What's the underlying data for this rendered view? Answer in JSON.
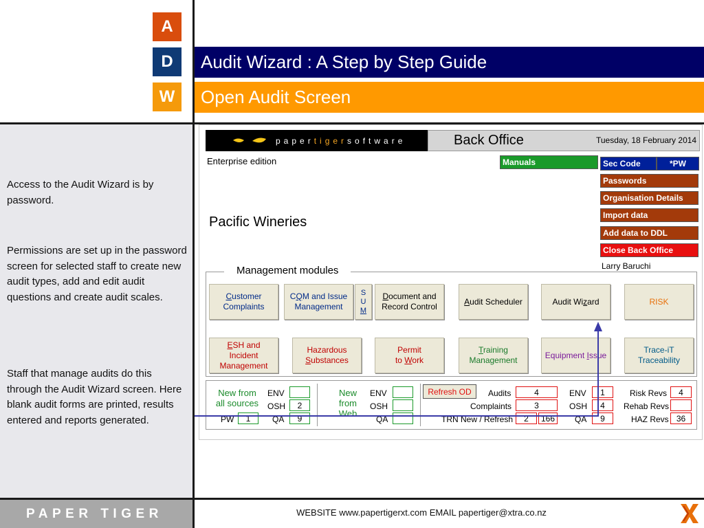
{
  "header": {
    "letters": [
      "A",
      "D",
      "W"
    ],
    "title": "Audit Wizard : A Step by Step Guide",
    "subtitle": "Open Audit Screen"
  },
  "left_panel": {
    "para1": "Access to the Audit Wizard is by password.",
    "para2": "Permissions are set up in the password screen for selected staff to create new audit types, add and edit audit questions and create audit scales.",
    "para3": "Staff that manage audits do this through the Audit Wizard screen. Here blank audit forms are printed, results entered and reports generated."
  },
  "footer": {
    "brand": "PAPER TIGER",
    "contact": "WEBSITE  www.papertigerxt.com   EMAIL  papertiger@xtra.co.nz",
    "logo_mark": "X"
  },
  "app": {
    "logo": {
      "text_a": "paper ",
      "text_b": "tiger",
      "text_c": " software"
    },
    "window_title": "Back Office",
    "date": "Tuesday, 18 February 2014",
    "edition": "Enterprise edition",
    "company": "Pacific Wineries",
    "manuals": "Manuals",
    "sec_code_label": "Sec Code",
    "sec_code_value": "*PW",
    "side_buttons": {
      "passwords": "Passwords",
      "org": "Organisation Details",
      "import": "Import data",
      "ddl": "Add data to DDL",
      "close": "Close Back Office"
    },
    "user": "Larry Baruchi",
    "modules_label": "Management modules",
    "modules_row1": [
      {
        "pre": "",
        "ul": "C",
        "post": "ustomer\nComplaints"
      },
      {
        "pre": "C",
        "ul": "Q",
        "post": "M and Issue\nManagement"
      },
      {
        "pre": "",
        "ul": "D",
        "post": "ocument and\nRecord Control"
      },
      {
        "pre": "",
        "ul": "A",
        "post": "udit Scheduler"
      },
      {
        "pre": "Audit Wi",
        "ul": "z",
        "post": "ard"
      },
      {
        "pre": "RISK",
        "ul": "",
        "post": ""
      }
    ],
    "sum_letters": [
      "S",
      "U",
      "M"
    ],
    "modules_row2": [
      {
        "pre": "",
        "ul": "E",
        "post": "SH and\nIncident\nManagement"
      },
      {
        "pre": "Hazardous\n",
        "ul": "S",
        "post": "ubstances"
      },
      {
        "pre": "Permit\nto ",
        "ul": "W",
        "post": "ork"
      },
      {
        "pre": "",
        "ul": "T",
        "post": "raining\nManagement"
      },
      {
        "pre": "Equipment ",
        "ul": "I",
        "post": "ssue"
      },
      {
        "pre": "Trace-iT\nTraceability",
        "ul": "",
        "post": ""
      }
    ],
    "stats": {
      "new_all_sources": "New from\nall sources",
      "new_from_web": "New\nfrom\nWeb",
      "env": "ENV",
      "osh": "OSH",
      "qa": "QA",
      "pw": "PW",
      "all_osh": "2",
      "all_pw": "1",
      "all_qa": "9",
      "refresh": "Refresh OD",
      "audits_label": "Audits",
      "audits_value": "4",
      "complaints_label": "Complaints",
      "complaints_value": "3",
      "trn_label": "TRN New / Refresh",
      "trn_new": "2",
      "trn_refresh": "166",
      "r_env": "1",
      "r_osh": "4",
      "r_qa": "9",
      "risk_revs_label": "Risk Revs",
      "risk_revs_value": "4",
      "rehab_revs_label": "Rehab Revs",
      "rehab_revs_value": "",
      "haz_revs_label": "HAZ Revs",
      "haz_revs_value": "36"
    }
  }
}
